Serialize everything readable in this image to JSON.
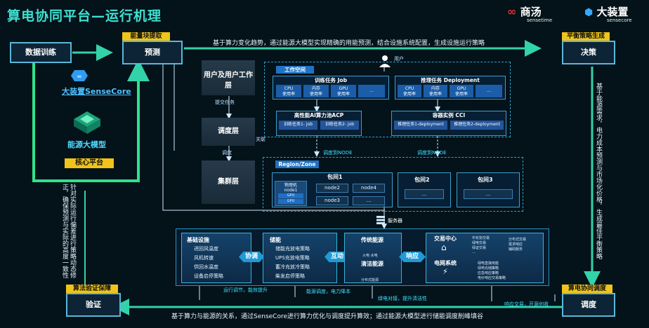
{
  "title": "算电协同平台—运行机理",
  "logos": {
    "shangtang": "商汤",
    "shangtang_en": "sensetime",
    "dazhuangzhi": "大装置",
    "dazhuangzhi_en": "sensecore"
  },
  "top_note": "基于算力变化趋势，通过能源大模型实现精确的用能预测，结合设施系统配置，生成设施运行策略",
  "bottom_note": "基于算力与能源的关系，通过SenseCore进行算力优化与调度提升算效；通过能源大模型进行储能调度削峰填谷",
  "left_vertical_note": "针对实际运行偏差进行策略动态修正，确保预测与实际的高度一致性",
  "right_vertical_note": "基于能源需求，电力成本预测与市场化价格，生成最佳平衡策略",
  "stages": {
    "data_training": "数据训练",
    "predict": "预测",
    "decision": "决策",
    "verify": "验证",
    "dispatch": "调度"
  },
  "tags": {
    "predict": "能量块提取",
    "decision": "平衡策略生成",
    "verify": "算法验证保障",
    "dispatch": "算电协同调度",
    "core": "核心平台"
  },
  "core": {
    "sensecore": "大装置SenseCore",
    "energy_model": "能源大模型"
  },
  "layers": {
    "user": "用户及用户工作层",
    "submit": "提交任务",
    "schedule": "调度层",
    "dispatch_lbl": "调度",
    "cluster": "集群层",
    "associate": "关联"
  },
  "workspace": {
    "label": "工作空间",
    "user": "用户",
    "train_job": "训练任务 Job",
    "infer_job": "推理任务 Deployment",
    "cells": [
      "CPU\n使用率",
      "内存\n使用率",
      "GPU\n使用率",
      "..."
    ],
    "acp": "高性能AI算力池ACP",
    "acp_items": [
      "训练任务1- job",
      "训练任务2- job"
    ],
    "cci": "容器实例 CCI",
    "cci_items": [
      "推理任务1-deployment",
      "推理任务2-deployment"
    ],
    "to_node_1": "调度到NODE",
    "to_node_2": "调度到NODE"
  },
  "region": {
    "label": "Region/Zone",
    "pack1": "包间1",
    "pack2": "包间2",
    "pack3": "包间3",
    "node1": "物理机\nnode1",
    "gpu": "GPU",
    "node2": "node2",
    "node3": "node3",
    "node4": "node4",
    "ellipsis": "...",
    "server": "服务器"
  },
  "bottom": {
    "infra_title": "基础设施",
    "infra_items": [
      "进回风温度",
      "风机转速",
      "供回水温度",
      "设备启停策略"
    ],
    "storage_title": "储能",
    "storage_items": [
      "储能充放电策略",
      "UPS充放电策略",
      "蓄冷充放冷策略",
      "柴发启停策略"
    ],
    "trad_title": "传统能源",
    "trad_items": "火电 水电",
    "clean_title": "清洁能源",
    "clean_items": "分布式能源",
    "trade_title": "交易中心",
    "trade_col1": [
      "中长协交易",
      "绿电交易",
      "绿证交易",
      "..."
    ],
    "trade_col2": [
      "分布式交易",
      "需求响应",
      "辅助服务"
    ],
    "grid_title": "电网系统",
    "grid_items": [
      "绿电直接用能",
      "绿电充储策略",
      "应急响应策略",
      "电价响应交易策略"
    ],
    "coord": "协调",
    "interact": "互动",
    "respond": "响应",
    "op1": "运行调节，能效提升",
    "op2": "能源调度，电力降本",
    "op3": "绿电对接，提升清洁性",
    "op4": "响应交易，开源创收"
  },
  "colors": {
    "accent": "#3ee0d0",
    "tag": "#f0c419",
    "arrow": "#32d3a8"
  }
}
